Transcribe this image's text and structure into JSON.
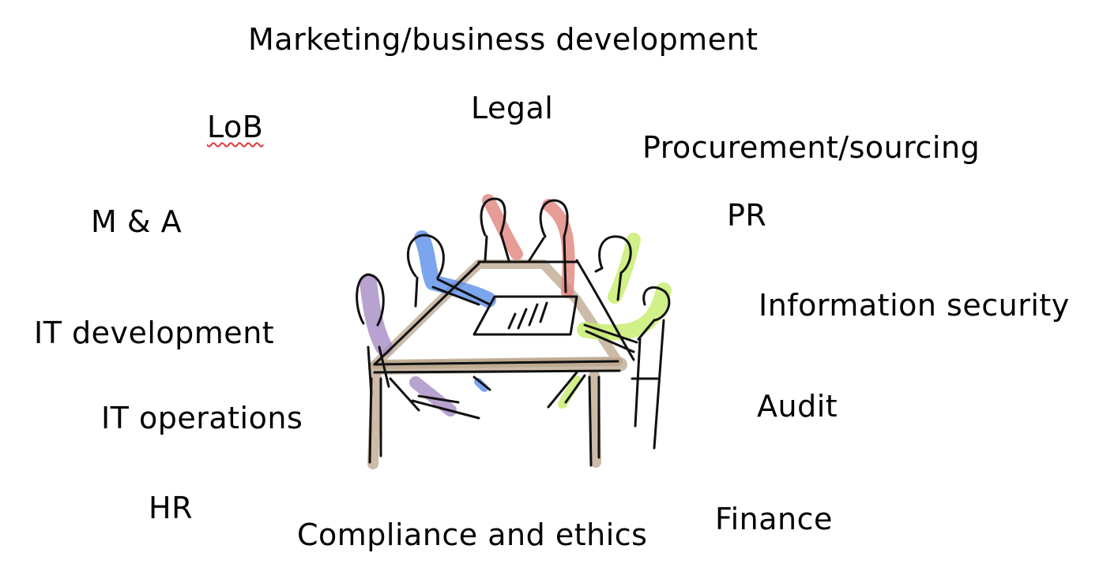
{
  "stakeholders": {
    "marketing": "Marketing/business development",
    "legal": "Legal",
    "lob": "LoB",
    "procurement": "Procurement/sourcing",
    "m_and_a": "M & A",
    "pr": "PR",
    "information_security": "Information security",
    "it_development": "IT development",
    "it_operations": "IT operations",
    "audit": "Audit",
    "hr": "HR",
    "finance": "Finance",
    "compliance": "Compliance and ethics"
  },
  "illustration": {
    "subject": "meeting-table-sketch",
    "colors": {
      "table": "#b9a48b",
      "person_red": "#e0847c",
      "person_blue": "#5a8fe8",
      "person_purple": "#a58bc4",
      "person_green": "#c6ec6a",
      "ink": "#111111",
      "spellcheck_underline": "#e0393e"
    }
  }
}
